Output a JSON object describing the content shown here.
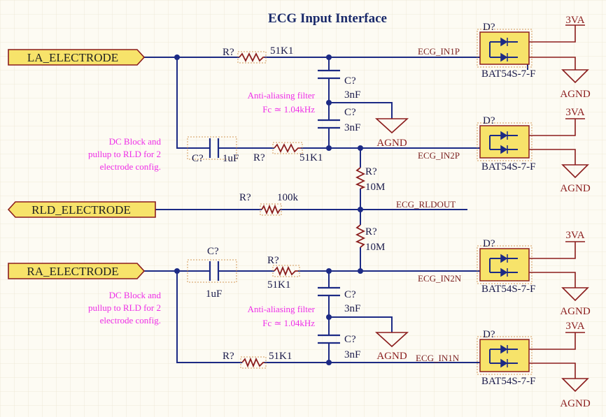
{
  "title": "ECG Input Interface",
  "ports": {
    "la": "LA_ELECTRODE",
    "rld": "RLD_ELECTRODE",
    "ra": "RA_ELECTRODE"
  },
  "nets": {
    "in1p": "ECG_IN1P",
    "in2p": "ECG_IN2P",
    "rldout": "ECG_RLDOUT",
    "in2n": "ECG_IN2N",
    "in1n": "ECG_IN1N"
  },
  "power": {
    "supply": "3VA",
    "ground": "AGND"
  },
  "designators": {
    "resistor": "R?",
    "capacitor": "C?",
    "diode": "D?"
  },
  "values": {
    "r51k1": "51K1",
    "r100k": "100k",
    "r10m": "10M",
    "c3nf": "3nF",
    "c1uf": "1uF",
    "diode_part": "BAT54S-7-F"
  },
  "annotations": {
    "aa_line1": "Anti-aliasing filter",
    "aa_line2": "Fc ≃ 1.04kHz",
    "dc_line1": "DC Block and",
    "dc_line2": "pullup to RLD for 2",
    "dc_line3": "electrode config."
  },
  "colors": {
    "wire": "#1c2a85",
    "component": "#8b1d1d",
    "annotation": "#ee2ee8",
    "port_fill": "#f7e36a",
    "background": "#fdfbf3"
  }
}
